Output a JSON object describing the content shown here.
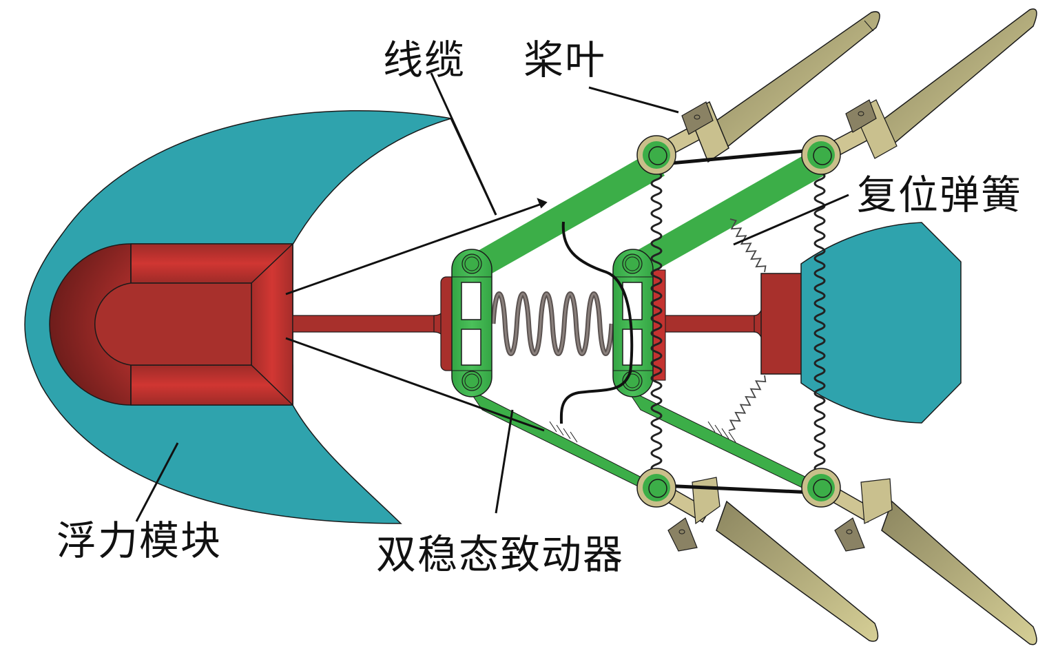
{
  "figure": {
    "type": "mechanism-schematic",
    "colors": {
      "buoyancy_module": "#2fa3ad",
      "body_frame": "#b0302c",
      "actuator_links": "#3cae48",
      "paddle": "#bdb57c",
      "spring": "#333333",
      "leader_line": "#111111"
    }
  },
  "labels": {
    "cable": "线缆",
    "paddle": "桨叶",
    "reset_spring": "复位弹簧",
    "buoyancy_module": "浮力模块",
    "bistable_actuator": "双稳态致动器"
  }
}
